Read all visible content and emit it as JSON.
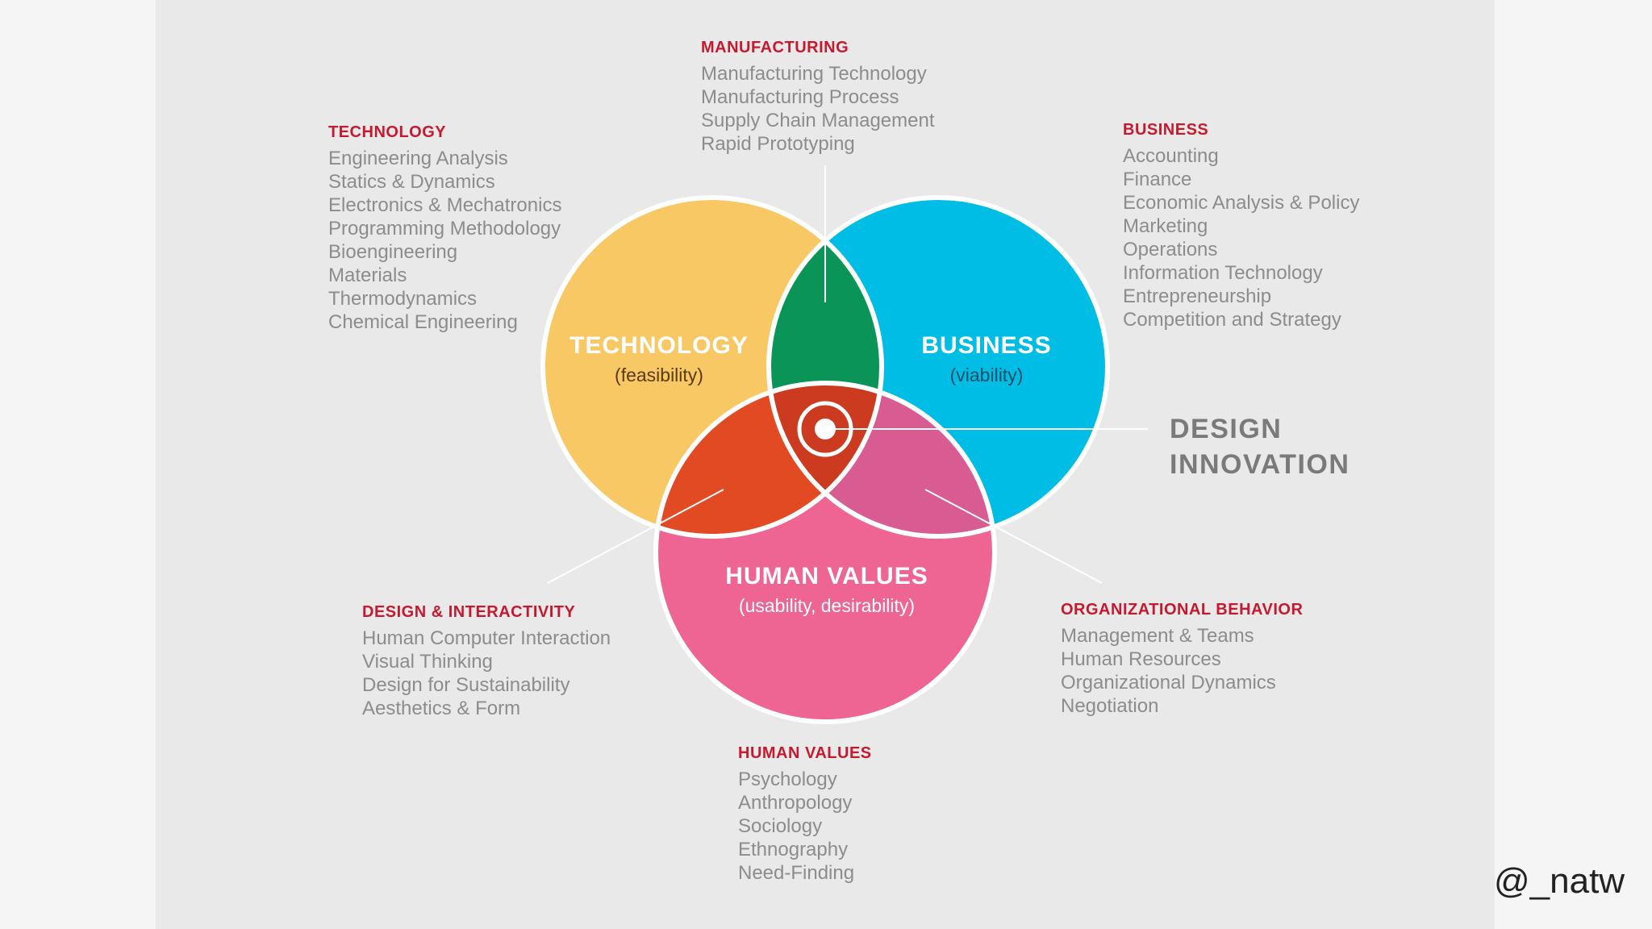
{
  "colors": {
    "technology": "#f8c865",
    "business": "#00bde6",
    "human_values": "#ee6594",
    "tech_business": "#0b9457",
    "tech_human": "#e24a24",
    "business_human": "#d85b92",
    "center": "#cc3a1f",
    "title_red": "#c41a30"
  },
  "groups": [
    {
      "key": "manufacturing",
      "title": "MANUFACTURING",
      "items": [
        "Manufacturing Technology",
        "Manufacturing Process",
        "Supply Chain Management",
        "Rapid Prototyping"
      ]
    },
    {
      "key": "technology",
      "title": "TECHNOLOGY",
      "items": [
        "Engineering Analysis",
        "Statics & Dynamics",
        "Electronics & Mechatronics",
        "Programming Methodology",
        "Bioengineering",
        "Materials",
        "Thermodynamics",
        "Chemical Engineering"
      ]
    },
    {
      "key": "business",
      "title": "BUSINESS",
      "items": [
        "Accounting",
        "Finance",
        "Economic Analysis & Policy",
        "Marketing",
        "Operations",
        "Information Technology",
        "Entrepreneurship",
        "Competition and Strategy"
      ]
    },
    {
      "key": "design_interactivity",
      "title": "DESIGN & INTERACTIVITY",
      "items": [
        "Human Computer Interaction",
        "Visual Thinking",
        "Design for Sustainability",
        "Aesthetics & Form"
      ]
    },
    {
      "key": "organizational_behavior",
      "title": "ORGANIZATIONAL BEHAVIOR",
      "items": [
        "Management & Teams",
        "Human Resources",
        "Organizational Dynamics",
        "Negotiation"
      ]
    },
    {
      "key": "human_values",
      "title": "HUMAN VALUES",
      "items": [
        "Psychology",
        "Anthropology",
        "Sociology",
        "Ethnography",
        "Need-Finding"
      ]
    }
  ],
  "circles": {
    "technology": {
      "name": "TECHNOLOGY",
      "sub": "(feasibility)"
    },
    "business": {
      "name": "BUSINESS",
      "sub": "(viability)"
    },
    "human_values": {
      "name": "HUMAN VALUES",
      "sub": "(usability, desirability)"
    }
  },
  "center_label": {
    "line1": "DESIGN",
    "line2": "INNOVATION"
  },
  "watermark": "@_natw"
}
